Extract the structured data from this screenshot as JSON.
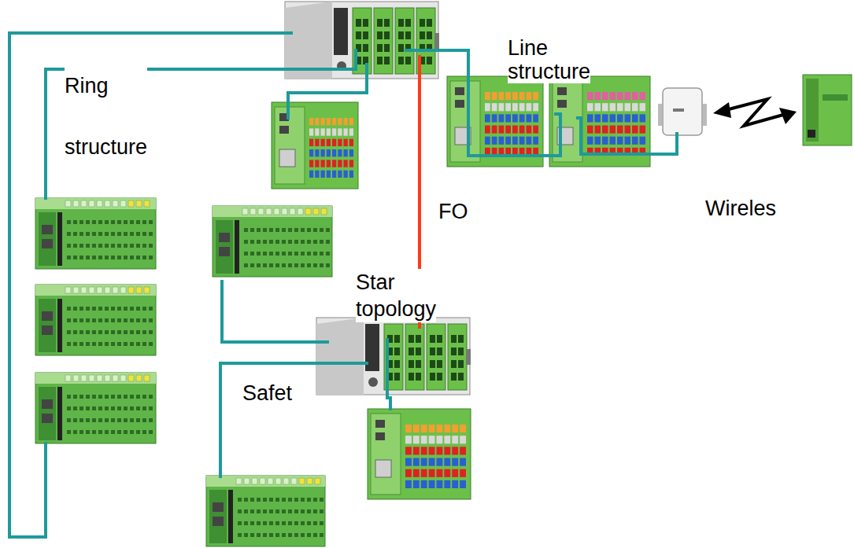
{
  "diagram": {
    "labels": [
      "Line structure",
      "Ring structure",
      "Wireles",
      "FO",
      "Star topology",
      "Safet"
    ]
  }
}
